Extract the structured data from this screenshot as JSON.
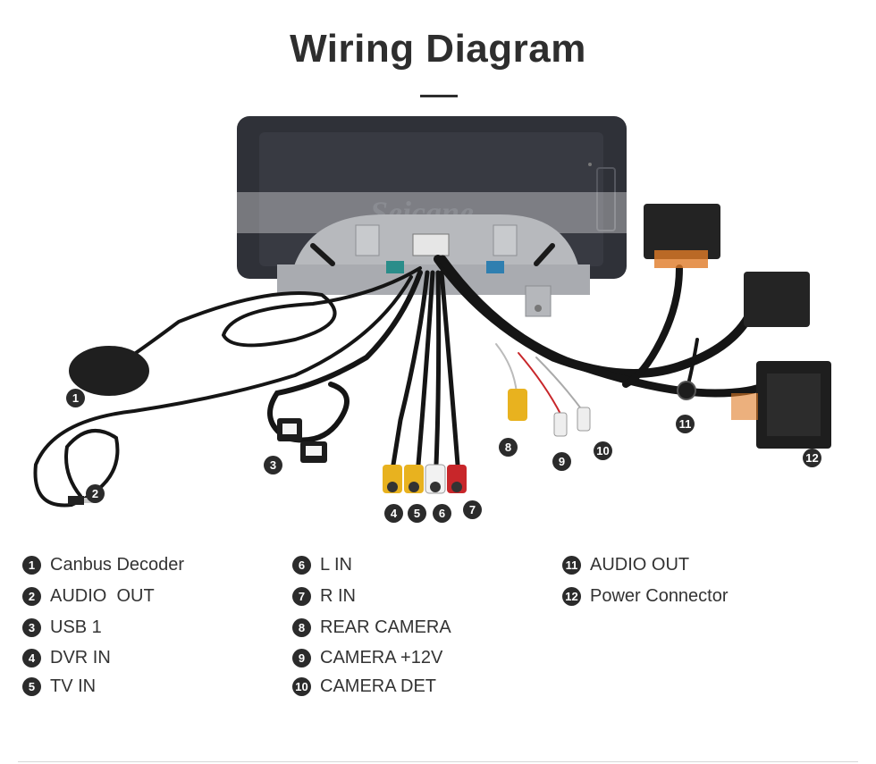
{
  "header": {
    "title": "Wiring Diagram"
  },
  "device": {
    "watermark": "Seicane"
  },
  "callouts": [
    {
      "num": "1"
    },
    {
      "num": "2"
    },
    {
      "num": "3"
    },
    {
      "num": "4"
    },
    {
      "num": "5"
    },
    {
      "num": "6"
    },
    {
      "num": "7"
    },
    {
      "num": "8"
    },
    {
      "num": "9"
    },
    {
      "num": "10"
    },
    {
      "num": "11"
    },
    {
      "num": "12"
    }
  ],
  "legend": {
    "items": [
      {
        "num": "1",
        "label": "Canbus Decoder"
      },
      {
        "num": "2",
        "label": "AUDIO  OUT"
      },
      {
        "num": "3",
        "label": "USB 1"
      },
      {
        "num": "4",
        "label": "DVR IN"
      },
      {
        "num": "5",
        "label": "TV IN"
      },
      {
        "num": "6",
        "label": "L IN"
      },
      {
        "num": "7",
        "label": "R IN"
      },
      {
        "num": "8",
        "label": "REAR CAMERA"
      },
      {
        "num": "9",
        "label": "CAMERA +12V"
      },
      {
        "num": "10",
        "label": "CAMERA DET"
      },
      {
        "num": "11",
        "label": "AUDIO OUT"
      },
      {
        "num": "12",
        "label": "Power Connector"
      }
    ]
  },
  "colors": {
    "cable": "#151515",
    "screen": "#2f3138",
    "bezel": "#3a3c44",
    "rca_yellow": "#e8b21f",
    "rca_red": "#c8262a",
    "rca_white": "#f2f2f2",
    "badge": "#2b2b2b"
  }
}
